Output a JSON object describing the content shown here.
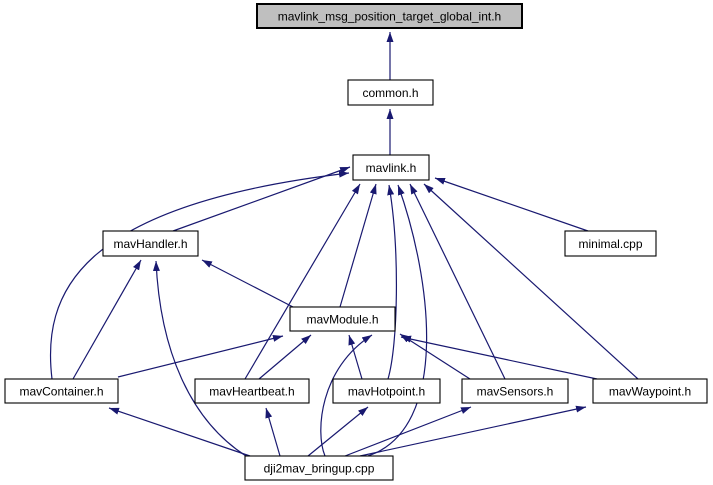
{
  "graph": {
    "kind": "doxygen-included-by-dependency-graph",
    "colors": {
      "edge": "#191970",
      "node_fill": "#ffffff",
      "highlight_node_fill": "#bfbfbf",
      "node_border": "#000000",
      "background": "#ffffff",
      "text": "#000000"
    },
    "nodes": {
      "target": {
        "label": "mavlink_msg_position_target_global_int.h",
        "highlighted": true
      },
      "common": {
        "label": "common.h"
      },
      "mavlink": {
        "label": "mavlink.h"
      },
      "mavhandler": {
        "label": "mavHandler.h"
      },
      "minimal": {
        "label": "minimal.cpp"
      },
      "mavmodule": {
        "label": "mavModule.h"
      },
      "mavcontainer": {
        "label": "mavContainer.h"
      },
      "mavheartbeat": {
        "label": "mavHeartbeat.h"
      },
      "mavhotpoint": {
        "label": "mavHotpoint.h"
      },
      "mavsensors": {
        "label": "mavSensors.h"
      },
      "mavwaypoint": {
        "label": "mavWaypoint.h"
      },
      "bringup": {
        "label": "dji2mav_bringup.cpp"
      }
    },
    "edges": [
      {
        "from": "common.h",
        "to": "mavlink_msg_position_target_global_int.h"
      },
      {
        "from": "mavlink.h",
        "to": "common.h"
      },
      {
        "from": "mavHandler.h",
        "to": "mavlink.h"
      },
      {
        "from": "mavContainer.h",
        "to": "mavlink.h"
      },
      {
        "from": "mavModule.h",
        "to": "mavlink.h"
      },
      {
        "from": "mavModule.h",
        "to": "mavHandler.h"
      },
      {
        "from": "mavContainer.h",
        "to": "mavHandler.h"
      },
      {
        "from": "mavContainer.h",
        "to": "mavModule.h"
      },
      {
        "from": "mavHeartbeat.h",
        "to": "mavlink.h"
      },
      {
        "from": "mavHeartbeat.h",
        "to": "mavModule.h"
      },
      {
        "from": "mavHotpoint.h",
        "to": "mavlink.h"
      },
      {
        "from": "mavHotpoint.h",
        "to": "mavModule.h"
      },
      {
        "from": "mavSensors.h",
        "to": "mavlink.h"
      },
      {
        "from": "mavSensors.h",
        "to": "mavModule.h"
      },
      {
        "from": "mavWaypoint.h",
        "to": "mavlink.h"
      },
      {
        "from": "mavWaypoint.h",
        "to": "mavModule.h"
      },
      {
        "from": "minimal.cpp",
        "to": "mavlink.h"
      },
      {
        "from": "dji2mav_bringup.cpp",
        "to": "mavlink.h"
      },
      {
        "from": "dji2mav_bringup.cpp",
        "to": "mavHandler.h"
      },
      {
        "from": "dji2mav_bringup.cpp",
        "to": "mavModule.h"
      },
      {
        "from": "dji2mav_bringup.cpp",
        "to": "mavContainer.h"
      },
      {
        "from": "dji2mav_bringup.cpp",
        "to": "mavHeartbeat.h"
      },
      {
        "from": "dji2mav_bringup.cpp",
        "to": "mavHotpoint.h"
      },
      {
        "from": "dji2mav_bringup.cpp",
        "to": "mavSensors.h"
      },
      {
        "from": "dji2mav_bringup.cpp",
        "to": "mavWaypoint.h"
      }
    ]
  }
}
